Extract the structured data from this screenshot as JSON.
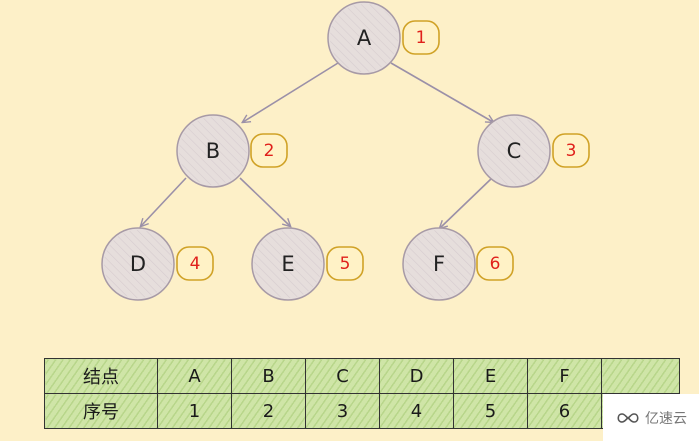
{
  "tree": {
    "nodes": [
      {
        "id": "A",
        "label": "A",
        "index": "1"
      },
      {
        "id": "B",
        "label": "B",
        "index": "2"
      },
      {
        "id": "C",
        "label": "C",
        "index": "3"
      },
      {
        "id": "D",
        "label": "D",
        "index": "4"
      },
      {
        "id": "E",
        "label": "E",
        "index": "5"
      },
      {
        "id": "F",
        "label": "F",
        "index": "6"
      }
    ],
    "edges": [
      {
        "from": "A",
        "to": "B"
      },
      {
        "from": "A",
        "to": "C"
      },
      {
        "from": "B",
        "to": "D"
      },
      {
        "from": "B",
        "to": "E"
      },
      {
        "from": "C",
        "to": "F"
      }
    ]
  },
  "table": {
    "header_node": "结点",
    "header_index": "序号",
    "columns": [
      {
        "node": "A",
        "index": "1"
      },
      {
        "node": "B",
        "index": "2"
      },
      {
        "node": "C",
        "index": "3"
      },
      {
        "node": "D",
        "index": "4"
      },
      {
        "node": "E",
        "index": "5"
      },
      {
        "node": "F",
        "index": "6"
      }
    ]
  },
  "watermark": {
    "text": "亿速云"
  },
  "colors": {
    "background": "#fdf0c8",
    "node_fill": "#e6dedc",
    "node_stroke": "#a79aa6",
    "edge": "#9b90a8",
    "badge_fill": "#fff2c6",
    "badge_stroke": "#d0a227",
    "badge_text": "#e0201b",
    "table_fill": "#cfe5a7"
  }
}
